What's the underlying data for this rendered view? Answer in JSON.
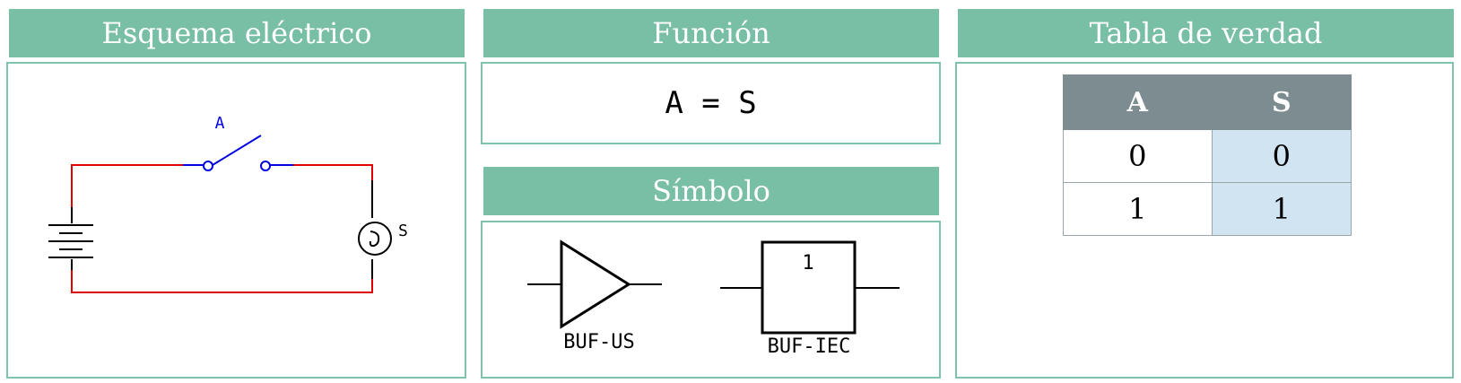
{
  "headers": {
    "schematic": "Esquema eléctrico",
    "function": "Función",
    "symbol": "Símbolo",
    "truth_table": "Tabla de verdad"
  },
  "schematic": {
    "switch_label": "A",
    "lamp_label": "S",
    "wire_color": "#e00000",
    "switch_color": "#0000e0"
  },
  "function": {
    "equation": "A = S"
  },
  "symbol": {
    "us_label": "BUF-US",
    "iec_label": "BUF-IEC",
    "iec_box_text": "1"
  },
  "truth_table": {
    "columns": [
      "A",
      "S"
    ],
    "rows": [
      [
        "0",
        "0"
      ],
      [
        "1",
        "1"
      ]
    ],
    "header_color": "#7c8c90",
    "output_color": "#d0e4f2"
  }
}
